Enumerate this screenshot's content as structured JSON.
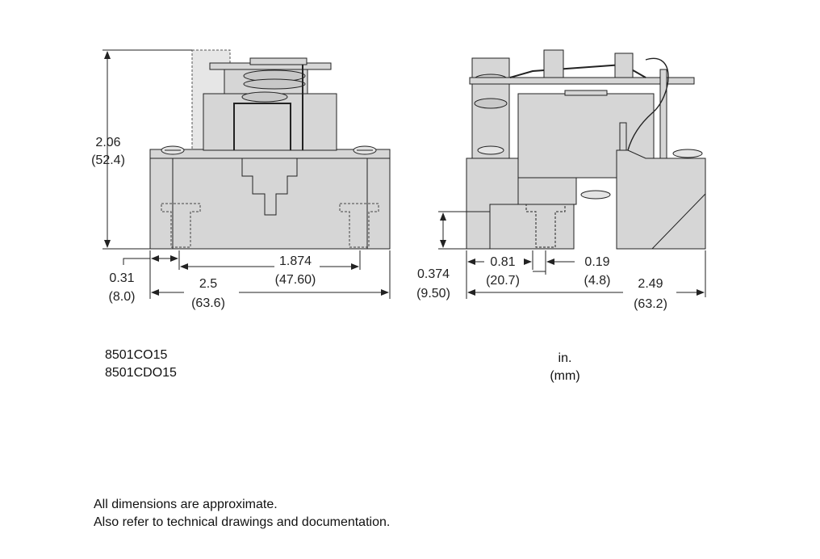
{
  "front_view": {
    "height": {
      "in": "2.06",
      "mm": "(52.4)"
    },
    "offset": {
      "in": "0.31",
      "mm": "(8.0)"
    },
    "hole_spacing": {
      "in": "1.874",
      "mm": "(47.60)"
    },
    "width": {
      "in": "2.5",
      "mm": "(63.6)"
    }
  },
  "side_view": {
    "step_height": {
      "in": "0.374",
      "mm": "(9.50)"
    },
    "offset": {
      "in": "0.81",
      "mm": "(20.7)"
    },
    "slot": {
      "in": "0.19",
      "mm": "(4.8)"
    },
    "depth": {
      "in": "2.49",
      "mm": "(63.2)"
    }
  },
  "part_numbers": [
    "8501CO15",
    "8501CDO15"
  ],
  "units": {
    "primary": "in.",
    "secondary": "(mm)"
  },
  "notes": [
    "All dimensions are approximate.",
    "Also refer to technical drawings and documentation."
  ],
  "colors": {
    "body_fill": "#d6d6d6",
    "line": "#222222"
  }
}
